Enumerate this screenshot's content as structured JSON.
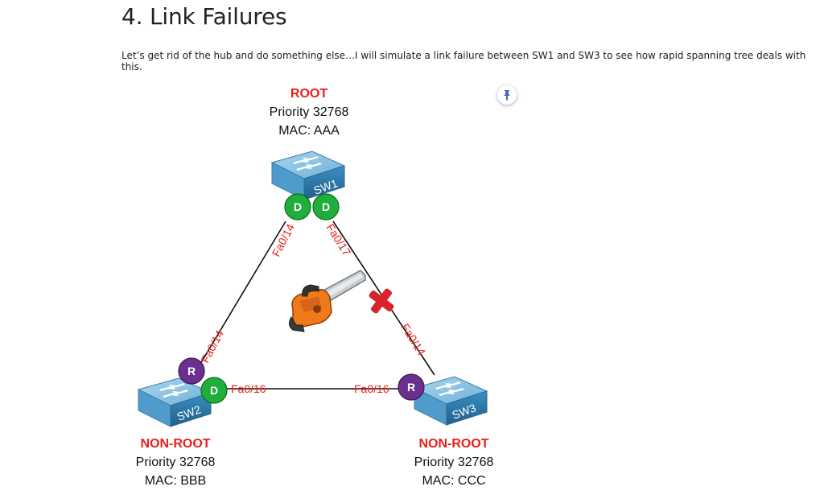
{
  "heading": "4. Link Failures",
  "intro": "Let’s get rid of the hub and do something else…I will simulate a link failure between SW1 and SW3 to see how rapid spanning tree deals with this.",
  "colors": {
    "red": "#e8201a",
    "designated": "#1fae3c",
    "root_port": "#6b2f8f",
    "switch_top": "#8fc5e4",
    "switch_side": "#2e7fb2"
  },
  "switches": {
    "sw1": {
      "name": "SW1",
      "role": "ROOT",
      "priority": "Priority 32768",
      "mac": "MAC: AAA"
    },
    "sw2": {
      "name": "SW2",
      "role": "NON-ROOT",
      "priority": "Priority 32768",
      "mac": "MAC: BBB"
    },
    "sw3": {
      "name": "SW3",
      "role": "NON-ROOT",
      "priority": "Priority 32768",
      "mac": "MAC: CCC"
    }
  },
  "ports": {
    "sw1_left": "Fa0/14",
    "sw1_right": "Fa0/17",
    "sw2_top": "Fa0/14",
    "sw2_right": "Fa0/16",
    "sw3_left": "Fa0/16",
    "sw3_top": "Fa0/14"
  },
  "badges": {
    "sw1_left": "D",
    "sw1_right": "D",
    "sw2_top": "R",
    "sw2_right": "D",
    "sw3_left": "R"
  },
  "icons": [
    "pin-icon",
    "chainsaw-icon",
    "broken-link-x-icon",
    "switch-icon"
  ]
}
